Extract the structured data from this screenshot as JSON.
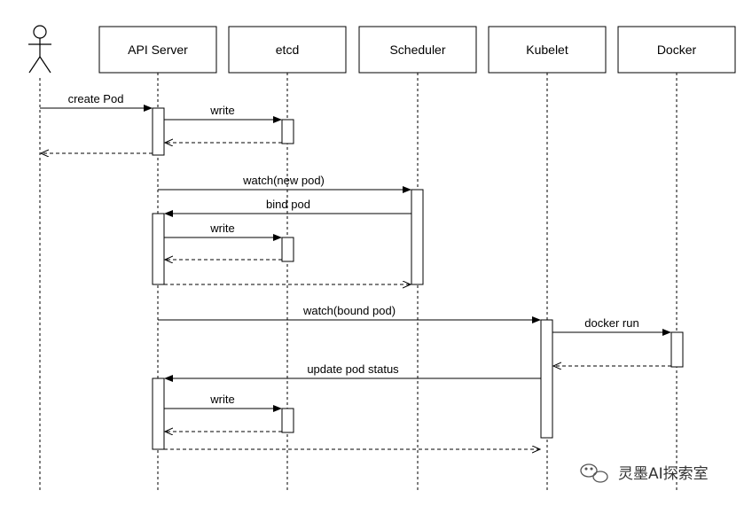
{
  "actor": {
    "name": ""
  },
  "participants": [
    {
      "id": "api",
      "label": "API Server"
    },
    {
      "id": "etcd",
      "label": "etcd"
    },
    {
      "id": "sched",
      "label": "Scheduler"
    },
    {
      "id": "kubelet",
      "label": "Kubelet"
    },
    {
      "id": "docker",
      "label": "Docker"
    }
  ],
  "messages": [
    {
      "from": "actor",
      "to": "api",
      "label": "create Pod",
      "kind": "call"
    },
    {
      "from": "api",
      "to": "etcd",
      "label": "write",
      "kind": "call"
    },
    {
      "from": "etcd",
      "to": "api",
      "label": "",
      "kind": "return"
    },
    {
      "from": "api",
      "to": "actor",
      "label": "",
      "kind": "return"
    },
    {
      "from": "api",
      "to": "sched",
      "label": "watch(new pod)",
      "kind": "call"
    },
    {
      "from": "sched",
      "to": "api",
      "label": "bind pod",
      "kind": "call"
    },
    {
      "from": "api",
      "to": "etcd",
      "label": "write",
      "kind": "call"
    },
    {
      "from": "etcd",
      "to": "api",
      "label": "",
      "kind": "return"
    },
    {
      "from": "api",
      "to": "sched",
      "label": "",
      "kind": "return"
    },
    {
      "from": "api",
      "to": "kubelet",
      "label": "watch(bound pod)",
      "kind": "call"
    },
    {
      "from": "kubelet",
      "to": "docker",
      "label": "docker run",
      "kind": "call"
    },
    {
      "from": "docker",
      "to": "kubelet",
      "label": "",
      "kind": "return"
    },
    {
      "from": "kubelet",
      "to": "api",
      "label": "update pod status",
      "kind": "call"
    },
    {
      "from": "api",
      "to": "etcd",
      "label": "write",
      "kind": "call"
    },
    {
      "from": "etcd",
      "to": "api",
      "label": "",
      "kind": "return"
    },
    {
      "from": "api",
      "to": "kubelet",
      "label": "",
      "kind": "return"
    }
  ],
  "watermark": {
    "icon": "wechat-icon",
    "text": "灵墨AI探索室"
  }
}
